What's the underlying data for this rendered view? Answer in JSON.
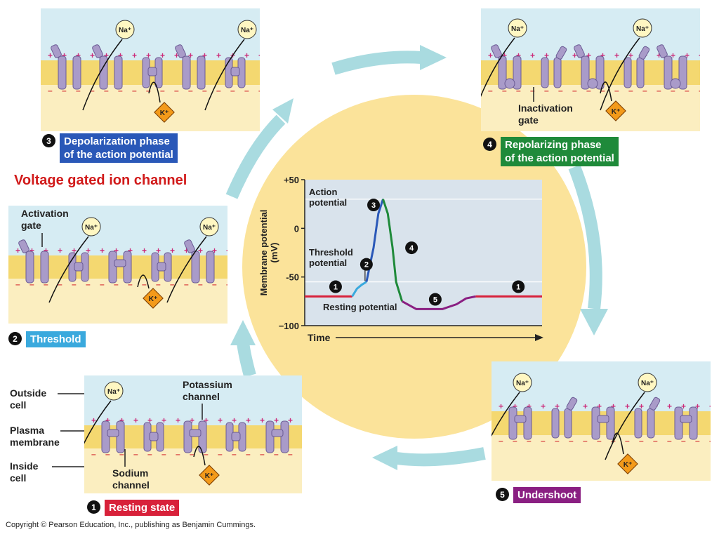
{
  "title": "Voltage gated ion channel",
  "copyright": "Copyright © Pearson Education, Inc., publishing as Benjamin Cummings.",
  "ions": {
    "sodium": "Na⁺",
    "potassium": "K⁺"
  },
  "colors": {
    "outside": "#d6ecf3",
    "inside": "#fbeec0",
    "membrane": "#f4d870",
    "channel": "#a99bc9",
    "cycle_arrow": "#a9dbe0",
    "background_circle": "#fbe39a",
    "graph_bg": "#d9e3ec",
    "positive_charge": "#cc2c7a",
    "negative_charge": "#d84040"
  },
  "steps": [
    {
      "id": 1,
      "num": "1",
      "label": "Resting state",
      "color": "#d8213a"
    },
    {
      "id": 2,
      "num": "2",
      "label": "Threshold",
      "color": "#3aa9dd"
    },
    {
      "id": 3,
      "num": "3",
      "label": "Depolarization phase\nof the action potential",
      "color": "#2a58b8"
    },
    {
      "id": 4,
      "num": "4",
      "label": "Repolarizing phase\nof the action potential",
      "color": "#1f8a3a"
    },
    {
      "id": 5,
      "num": "5",
      "label": "Undershoot",
      "color": "#8a1f82"
    }
  ],
  "annotations": {
    "activation_gate": "Activation\ngate",
    "inactivation_gate": "Inactivation\ngate",
    "potassium_channel": "Potassium\nchannel",
    "sodium_channel": "Sodium\nchannel",
    "outside_cell": "Outside\ncell",
    "plasma_membrane": "Plasma\nmembrane",
    "inside_cell": "Inside\ncell"
  },
  "chart_data": {
    "type": "line",
    "xlabel": "Time",
    "ylabel": "Membrane potential\n(mV)",
    "ylim": [
      -100,
      50
    ],
    "yticks": [
      {
        "value": 50,
        "label": "+50"
      },
      {
        "value": 0,
        "label": "0"
      },
      {
        "value": -50,
        "label": "-50"
      },
      {
        "value": -100,
        "label": "−100"
      }
    ],
    "annotations": {
      "action_potential": "Action\npotential",
      "threshold_potential": "Threshold\npotential",
      "resting_potential": "Resting potential"
    },
    "reference_lines": [
      30,
      -55
    ],
    "segments": [
      {
        "phase": 1,
        "color": "#d8213a",
        "points": [
          [
            0,
            -70
          ],
          [
            0.2,
            -70
          ]
        ]
      },
      {
        "phase": 2,
        "color": "#3aa9dd",
        "points": [
          [
            0.2,
            -70
          ],
          [
            0.22,
            -62
          ],
          [
            0.24,
            -58
          ],
          [
            0.26,
            -55
          ]
        ]
      },
      {
        "phase": 3,
        "color": "#2a58b8",
        "points": [
          [
            0.26,
            -55
          ],
          [
            0.29,
            -20
          ],
          [
            0.31,
            15
          ],
          [
            0.33,
            30
          ]
        ]
      },
      {
        "phase": 4,
        "color": "#1f8a3a",
        "points": [
          [
            0.33,
            30
          ],
          [
            0.35,
            15
          ],
          [
            0.37,
            -20
          ],
          [
            0.385,
            -55
          ],
          [
            0.41,
            -75
          ]
        ]
      },
      {
        "phase": 5,
        "color": "#8a1f82",
        "points": [
          [
            0.41,
            -75
          ],
          [
            0.47,
            -83
          ],
          [
            0.58,
            -83
          ],
          [
            0.64,
            -78
          ],
          [
            0.68,
            -72
          ],
          [
            0.72,
            -70
          ]
        ]
      },
      {
        "phase": 1,
        "color": "#d8213a",
        "points": [
          [
            0.72,
            -70
          ],
          [
            1.0,
            -70
          ]
        ]
      }
    ],
    "phase_markers": [
      {
        "num": "1",
        "t": 0.13,
        "v": -60
      },
      {
        "num": "2",
        "t": 0.26,
        "v": -37
      },
      {
        "num": "3",
        "t": 0.29,
        "v": 24
      },
      {
        "num": "4",
        "t": 0.45,
        "v": -20
      },
      {
        "num": "5",
        "t": 0.55,
        "v": -73
      },
      {
        "num": "1",
        "t": 0.9,
        "v": -60
      }
    ]
  }
}
